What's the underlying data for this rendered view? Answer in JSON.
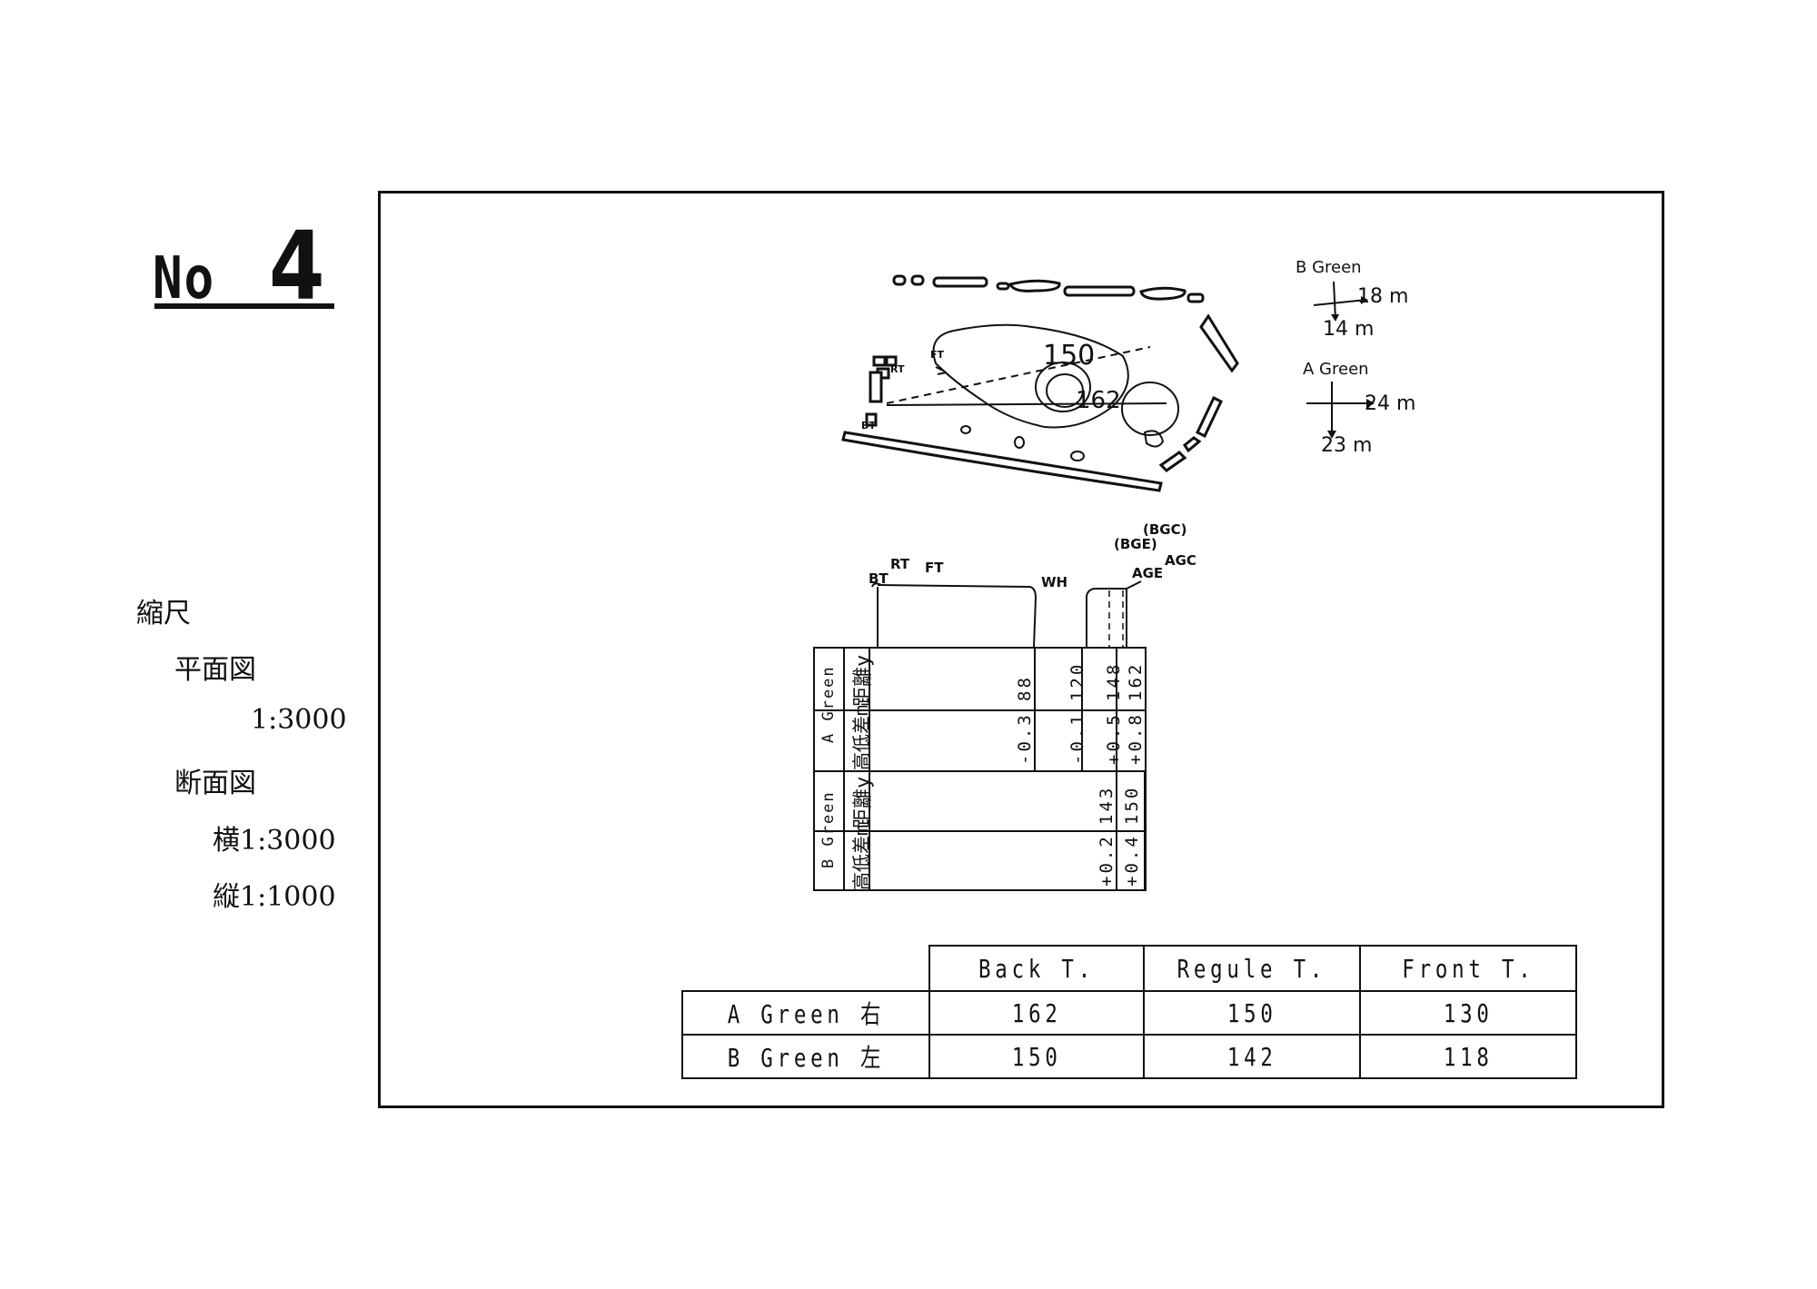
{
  "hole": {
    "prefix": "No",
    "number": "4"
  },
  "scale": {
    "title": "縮尺",
    "plan_label": "平面図",
    "plan_ratio": "1:3000",
    "section_label": "断面図",
    "section_horizontal": "横1:3000",
    "section_vertical": "縦1:1000"
  },
  "map": {
    "green_a_distance": "162",
    "green_b_distance": "150",
    "tee_labels": {
      "bt": "BT",
      "rt": "RT",
      "ft": "FT"
    }
  },
  "compass": {
    "b_green": {
      "label": "B Green",
      "right": "18 m",
      "down": "14 m"
    },
    "a_green": {
      "label": "A Green",
      "right": "24 m",
      "down": "23 m"
    }
  },
  "section": {
    "labels": {
      "bt": "BT",
      "rt": "RT",
      "ft": "FT",
      "wh": "WH",
      "age": "AGE",
      "bge": "(BGE)",
      "bgc": "(BGC)",
      "agc": "AGC"
    }
  },
  "profile": {
    "a_label": "A Green",
    "b_label": "B Green",
    "distance_label": "距離y",
    "elevation_label": "高低差m",
    "a_distances": [
      "88",
      "120",
      "148",
      "162"
    ],
    "a_elevations": [
      "-0.3",
      "-0.1",
      "+0.5",
      "+0.8"
    ],
    "b_distances": [
      "143",
      "150"
    ],
    "b_elevations": [
      "+0.2",
      "+0.4"
    ]
  },
  "tees": {
    "headers": [
      "Back T.",
      "Regule T.",
      "Front T."
    ],
    "rows": [
      {
        "label": "A Green 右",
        "values": [
          "162",
          "150",
          "130"
        ]
      },
      {
        "label": "B Green 左",
        "values": [
          "150",
          "142",
          "118"
        ]
      }
    ]
  }
}
